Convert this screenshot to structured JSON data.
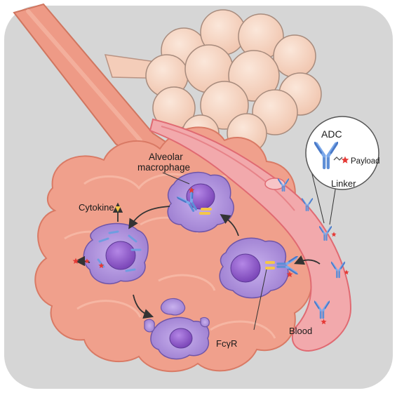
{
  "labels": {
    "alveolar_line1": "Alveolar",
    "alveolar_line2": "macrophage",
    "cytokine": "Cytokine",
    "fcgr": "FcγR",
    "blood": "Blood",
    "adc": "ADC",
    "payload": "Payload",
    "linker": "Linker"
  },
  "colors": {
    "panel_bg": "#d6d6d6",
    "tissue": "#f0a08c",
    "tissue_dark": "#dd7d67",
    "tissue_inner": "#f6b39f",
    "alveoli": "#f6d2bf",
    "alveoli_edge": "#a78b7d",
    "vessel": "#f2a9ac",
    "vessel_dark": "#e06a72",
    "macrophage": "#a98bd6",
    "macrophage_edge": "#6f55a8",
    "nucleus": "#8a5ac4",
    "antibody": "#6f9de0",
    "payload": "#e53935",
    "linker_payload": "#f4c64a"
  }
}
